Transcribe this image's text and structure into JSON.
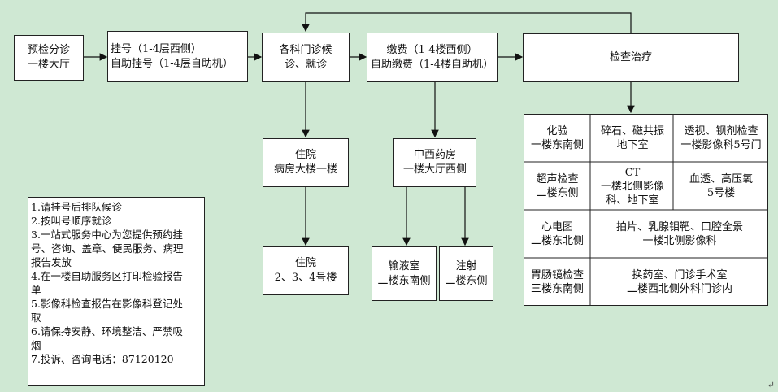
{
  "flow": {
    "triage": [
      "预检分诊",
      "一楼大厅"
    ],
    "register": [
      "挂号（1-4层西侧）",
      "自助挂号（1-4层自助机）"
    ],
    "clinic": [
      "各科门诊候",
      "诊、就诊"
    ],
    "payment": [
      "缴费（1-4楼西侧）",
      "自助缴费（1-4楼自助机）"
    ],
    "exam": "检查治疗",
    "inpatient1": [
      "住院",
      "病房大楼一楼"
    ],
    "inpatient2": [
      "住院",
      "2、3、4号楼"
    ],
    "pharmacy": [
      "中西药房",
      "一楼大厅西侧"
    ],
    "infusion": [
      "输液室",
      "二楼东南侧"
    ],
    "injection": [
      "注射",
      "二楼东侧"
    ]
  },
  "exam_grid": [
    [
      "化验",
      "一楼东南侧"
    ],
    [
      "碎石、磁共振",
      "地下室"
    ],
    [
      "透视、钡剂检查",
      "一楼影像科5号门"
    ],
    [
      "超声检查",
      "二楼东侧"
    ],
    [
      "CT",
      "一楼北侧影像",
      "科、地下室"
    ],
    [
      "血透、高压氧",
      "5号楼"
    ],
    [
      "心电图",
      "二楼东北侧"
    ],
    [
      "拍片、乳腺钼靶、口腔全景",
      "一楼北侧影像科"
    ],
    [
      "胃肠镜检查",
      "三楼东南侧"
    ],
    [
      "换药室、门诊手术室",
      "二楼西北侧外科门诊内"
    ]
  ],
  "notice": [
    "1.请挂号后排队候诊",
    "2.按叫号顺序就诊",
    "3.一站式服务中心为您提供预约挂",
    "号、咨询、盖章、便民服务、病理",
    "报告发放",
    "4.在一楼自助服务区打印检验报告",
    "单",
    "5.影像科检查报告在影像科登记处",
    "取",
    "6.请保持安静、环境整洁、严禁吸",
    "烟",
    "7.投诉、咨询电话：87120120"
  ],
  "end_marker": "↵"
}
